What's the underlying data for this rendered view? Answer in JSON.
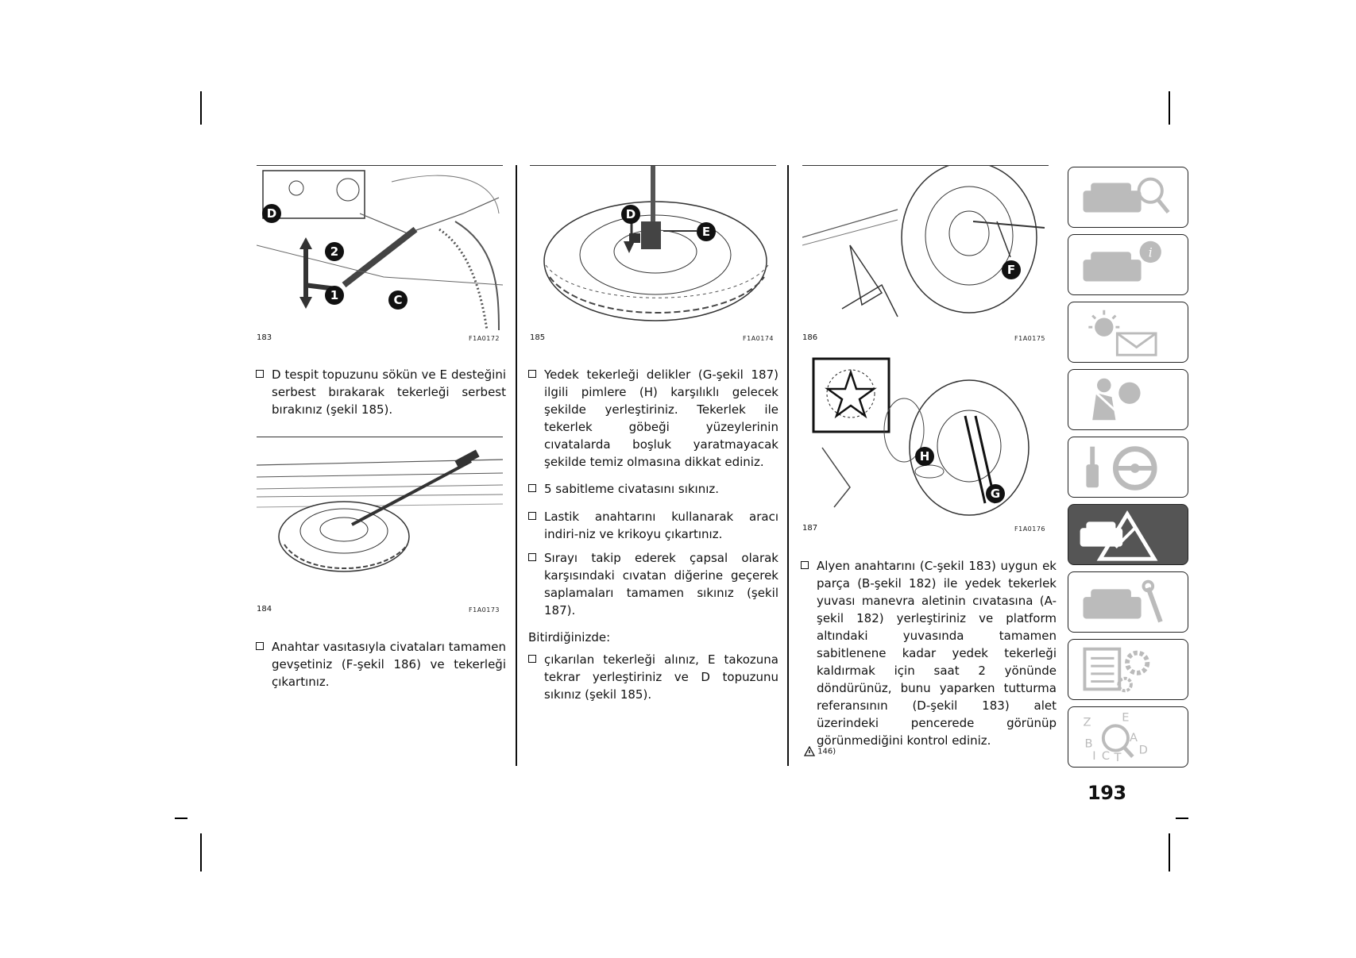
{
  "figures": {
    "f183": {
      "number": "183",
      "code": "F1A0172",
      "callouts": [
        "D",
        "2",
        "1",
        "C"
      ]
    },
    "f184": {
      "number": "184",
      "code": "F1A0173"
    },
    "f185": {
      "number": "185",
      "code": "F1A0174",
      "callouts": [
        "D",
        "E"
      ]
    },
    "f186": {
      "number": "186",
      "code": "F1A0175",
      "callouts": [
        "F"
      ]
    },
    "f187": {
      "number": "187",
      "code": "F1A0176",
      "callouts": [
        "H",
        "G"
      ]
    }
  },
  "col1": {
    "p1": "D tespit topuzunu sökün ve E desteğini serbest bırakarak tekerleği serbest bırakınız (şekil 185).",
    "p2": "Anahtar vasıtasıyla civataları tamamen gevşetiniz (F-şekil 186) ve tekerleği çıkartınız."
  },
  "col2": {
    "p1": "Yedek tekerleği delikler (G-şekil 187) ilgili pimlere (H) karşılıklı gelecek şekilde yerleştiriniz. Tekerlek ile tekerlek göbeği yüzeylerinin cıvatalarda boşluk yaratmayacak şekilde temiz olmasına dikkat ediniz.",
    "p2": "5 sabitleme civatasını sıkınız.",
    "p3": "Lastik anahtarını kullanarak aracı indiri-niz ve krikoyu çıkartınız.",
    "p4": "Sırayı takip ederek çapsal olarak karşısındaki cıvatan diğerine geçerek saplamaları tamamen sıkınız (şekil 187).",
    "heading": "Bitirdiğinizde:",
    "p5": "çıkarılan tekerleği alınız, E takozuna tekrar yerleştiriniz ve D topuzunu sıkınız (şekil 185)."
  },
  "col3": {
    "p1": "Alyen anahtarını (C-şekil 183) uygun ek parça (B-şekil 182) ile yedek tekerlek yuvası manevra aletinin cıvatasına (A-şekil 182) yerleştiriniz ve platform altındaki yuvasında tamamen sabitlenene kadar yedek tekerleği kaldırmak için saat 2 yönünde döndürünüz, bunu yaparken tutturma referansının (D-şekil 183) alet üzerindeki pencerede görünüp görünmediğini kontrol ediniz.",
    "warning_ref": "146)"
  },
  "sidebar_tabs": [
    {
      "icon": "car-dashboard-magnifier-icon",
      "active": false
    },
    {
      "icon": "car-info-icon",
      "active": false
    },
    {
      "icon": "light-envelope-icon",
      "active": false
    },
    {
      "icon": "seat-airbag-icon",
      "active": false
    },
    {
      "icon": "key-steering-wheel-icon",
      "active": false
    },
    {
      "icon": "car-warning-triangle-icon",
      "active": true
    },
    {
      "icon": "car-wrench-icon",
      "active": false
    },
    {
      "icon": "list-gears-icon",
      "active": false
    },
    {
      "icon": "alphabet-index-icon",
      "active": false
    }
  ],
  "page_number": "193"
}
